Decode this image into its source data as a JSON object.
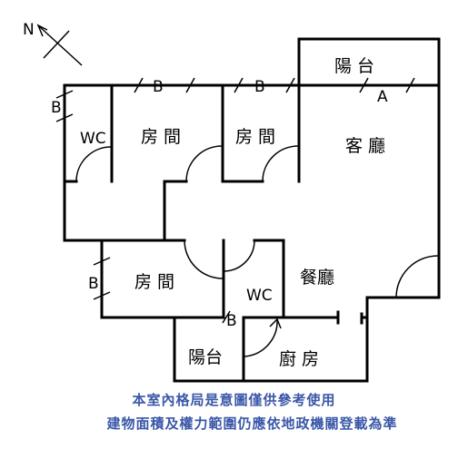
{
  "compass": {
    "label": "N"
  },
  "rooms": {
    "balcony_top": "陽 台",
    "living_room": "客 廳",
    "bedroom_1": "房 間",
    "bedroom_2": "房 間",
    "bedroom_3": "房 間",
    "wc_1": "WC",
    "wc_2": "WC",
    "dining_room": "餐廳",
    "balcony_bottom": "陽台",
    "kitchen": "廚 房"
  },
  "marks": {
    "a": "A",
    "b_left_top": "B",
    "b_top_1": "B",
    "b_top_2": "B",
    "b_left_mid": "B",
    "b_bottom": "B"
  },
  "disclaimer": {
    "line1": "本室內格局是意圖僅供參考使用",
    "line2": "建物面積及權力範圍仍應依地政機關登載為準"
  }
}
